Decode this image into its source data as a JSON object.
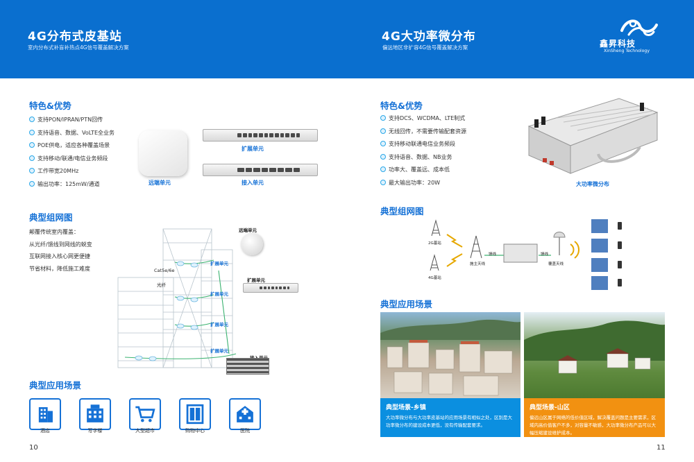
{
  "left": {
    "title": "4G分布式皮基站",
    "subtitle": "室内分布式补盲补热点4G信号覆盖解决方案",
    "features_title": "特色&优势",
    "features": [
      "支持PON/IPRAN/PTN回传",
      "支持语音、数据、VoLTE全业务",
      "POE供电，适应各种覆盖场景",
      "支持移动/联通/电信业务频段",
      "工作带宽20MHz",
      "输出功率：125mW/通道"
    ],
    "product_labels": {
      "remote": "远端单元",
      "ext": "扩展单元",
      "access": "接入单元"
    },
    "network_title": "典型组网图",
    "network_desc": [
      "颠覆传统室内覆盖：",
      "从光纤/馈线到网线的蜕变",
      "互联网接入核心网更便捷",
      "节省材料，降低施工难度"
    ],
    "diagram_labels": {
      "remote": "远端单元",
      "ext": "扩展单元",
      "access": "接入单元",
      "cat": "Cat5e/6e",
      "fiber": "光纤",
      "ext1": "扩展单元",
      "ext2": "扩展单元",
      "ext3": "扩展单元",
      "ext4": "扩展单元"
    },
    "scenes_title": "典型应用场景",
    "scenes": [
      "酒店",
      "写字楼",
      "大型超市",
      "购物中心",
      "医院"
    ],
    "page": "10"
  },
  "right": {
    "title": "4G大功率微分布",
    "subtitle": "偏远地区非扩容4G信号覆盖解决方案",
    "features_title": "特色&优势",
    "features": [
      "支持DCS、WCDMA、LTE制式",
      "无线回传，不需要传输配套资源",
      "支持移动联通电信业务频段",
      "支持语音、数据、NB业务",
      "功率大、覆盖远、成本低",
      "最大输出功率：20W"
    ],
    "product_label": "大功率微分布",
    "network_title": "典型组网图",
    "diagram_labels": {
      "bs2g": "2G基站",
      "bs4g": "4G基站",
      "donor": "施主天线",
      "feeder": "馈线",
      "cover": "覆盖天线"
    },
    "scenes_title": "典型应用场景",
    "scene1": {
      "title": "典型场景-乡镇",
      "text": "大功率微分布与大功率皮基站的应用场景有相似之处，区别是大功率微分布的建设成本更低，没有传输配套要求。"
    },
    "scene2": {
      "title": "典型场景-山区",
      "text": "偏远山区属于网络的低价值区域，解决覆盖问题是主要需求，区域内高价值客户不多，对容量不敏感，大功率微分布产品可以大幅压缩建设维护成本。"
    },
    "page": "11"
  },
  "logo": {
    "name": "鑫昇科技",
    "en": "XinSheng Technology"
  },
  "colors": {
    "band": "#0a6fcf",
    "accent": "#1571d6",
    "panel_blue": "#0b8fe0",
    "panel_orange": "#f29111"
  }
}
